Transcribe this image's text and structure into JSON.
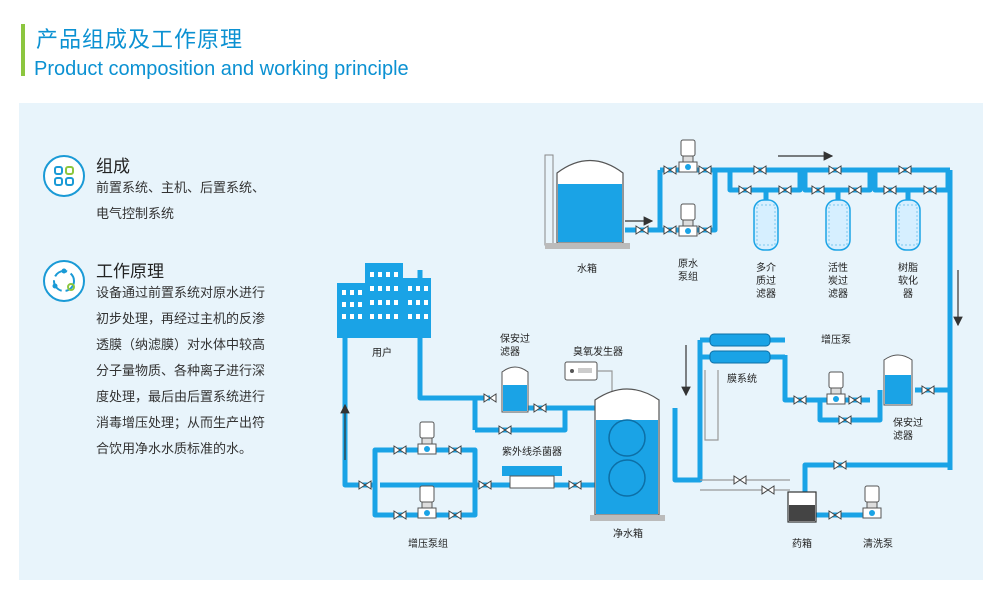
{
  "header": {
    "title_cn": "产品组成及工作原理",
    "title_en": "Product composition and working principle"
  },
  "composition": {
    "title": "组成",
    "lines": [
      "前置系统、主机、后置系统、",
      "电气控制系统"
    ]
  },
  "principle": {
    "title": "工作原理",
    "lines": [
      "设备通过前置系统对原水进行",
      "初步处理，再经过主机的反渗",
      "透膜（纳滤膜）对水体中较高",
      "分子量物质、各种离子进行深",
      "度处理，最后由后置系统进行",
      "消毒增压处理；从而生产出符",
      "合饮用净水水质标准的水。"
    ]
  },
  "diagram_labels": {
    "water_tank": "水箱",
    "raw_pump_1": "原水",
    "raw_pump_2": "泵组",
    "media_1": "多介",
    "media_2": "质过",
    "media_3": "滤器",
    "carbon_1": "活性",
    "carbon_2": "炭过",
    "carbon_3": "滤器",
    "resin_1": "树脂",
    "resin_2": "软化",
    "resin_3": "器",
    "user": "用户",
    "security_filter_top_1": "保安过",
    "security_filter_top_2": "滤器",
    "ozone": "臭氧发生器",
    "uv": "紫外线杀菌器",
    "pure_tank": "净水箱",
    "booster_group": "增压泵组",
    "membrane": "膜系统",
    "booster_pump": "增压泵",
    "security_filter_right_1": "保安过",
    "security_filter_right_2": "滤器",
    "chem_tank": "药箱",
    "cleaning_pump": "清洗泵"
  },
  "colors": {
    "accent_blue": "#0b91d2",
    "pipe_blue": "#1aa3e6",
    "accent_green": "#8cc63f",
    "panel_bg": "#e8f4fb"
  }
}
